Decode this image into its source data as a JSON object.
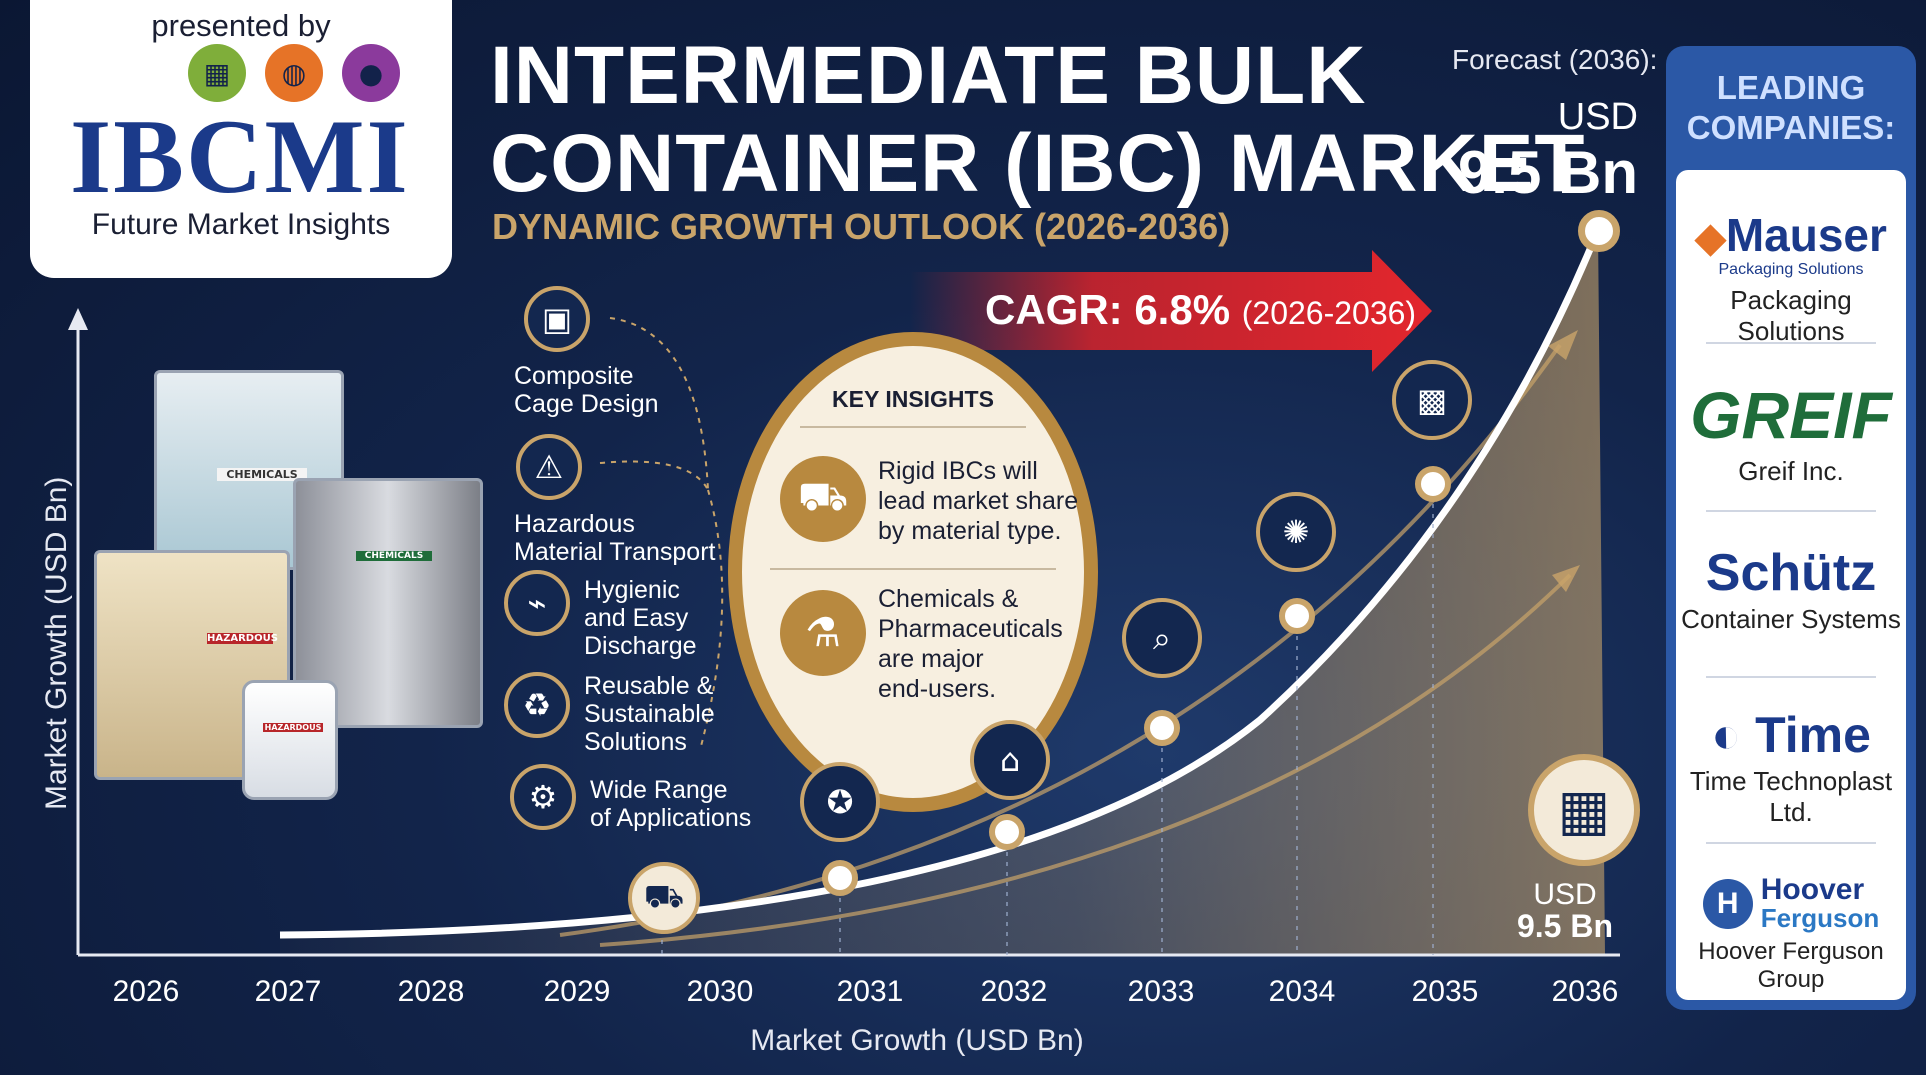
{
  "branding": {
    "presented_by": "presented by",
    "logo_text": "IBCMI",
    "company": "Future Market Insights"
  },
  "header": {
    "title_line1": "INTERMEDIATE BULK",
    "title_line2": "CONTAINER (IBC) MARKET",
    "subtitle": "DYNAMIC GROWTH OUTLOOK (2026-2036)"
  },
  "forecast": {
    "label": "Forecast (2036):",
    "unit": "USD",
    "value": "9.5 Bn"
  },
  "cagr": {
    "label": "CAGR: 6.8%",
    "period": "(2026-2036)"
  },
  "features": [
    {
      "label": "Composite\nCage Design",
      "icon": "cage-frame-icon"
    },
    {
      "label": "Hazardous\nMaterial Transport",
      "icon": "hazard-warning-icon"
    },
    {
      "label": "Hygienic\nand Easy\nDischarge",
      "icon": "faucet-icon"
    },
    {
      "label": "Reusable &\nSustainable\nSolutions",
      "icon": "recycle-icon"
    },
    {
      "label": "Wide Range\nof Applications",
      "icon": "applications-grid-icon"
    }
  ],
  "product_labels": {
    "tank1": "CHEMICALS",
    "tank2": "HAZARDOUS",
    "tank3": "CHEMICALS",
    "jerrycan": "HAZARDOUS"
  },
  "key_insights": {
    "title": "KEY INSIGHTS",
    "items": [
      {
        "text": "Rigid IBCs will\nlead market share\nby material type.",
        "icon": "forklift-icon"
      },
      {
        "text": "Chemicals &\nPharmaceuticals\nare major\nend-users.",
        "icon": "chemical-pharma-icon"
      }
    ]
  },
  "axis": {
    "years": [
      "2026",
      "2027",
      "2028",
      "2029",
      "2030",
      "2031",
      "2032",
      "2033",
      "2034",
      "2035",
      "2036"
    ],
    "x_title": "Market Growth (USD Bn)",
    "y_title": "Market Growth (USD Bn)"
  },
  "end_value": {
    "unit": "USD",
    "value": "9.5 Bn"
  },
  "milestone_icons": [
    "truck-icon",
    "certified-badge-icon",
    "factory-icon",
    "research-icon",
    "network-icon",
    "container-cube-icon",
    "ibc-tank-icon"
  ],
  "leading_companies": {
    "title_line1": "LEADING",
    "title_line2": "COMPANIES:",
    "items": [
      {
        "logo": "Mauser",
        "tagline": "Packaging Solutions",
        "name": "Packaging Solutions"
      },
      {
        "logo": "GREIF",
        "name": "Greif Inc."
      },
      {
        "logo": "Schütz",
        "name": "Container Systems"
      },
      {
        "logo": "Time",
        "name": "Time Technoplast Ltd."
      },
      {
        "logo": "Hoover",
        "logo2": "Ferguson",
        "name": "Hoover Ferguson Group"
      }
    ]
  },
  "colors": {
    "background": "#12244a",
    "gold": "#c9a46a",
    "cagr_red": "#d8232a",
    "panel_blue": "#2b58a6",
    "logo_blue": "#1b3a8a"
  }
}
